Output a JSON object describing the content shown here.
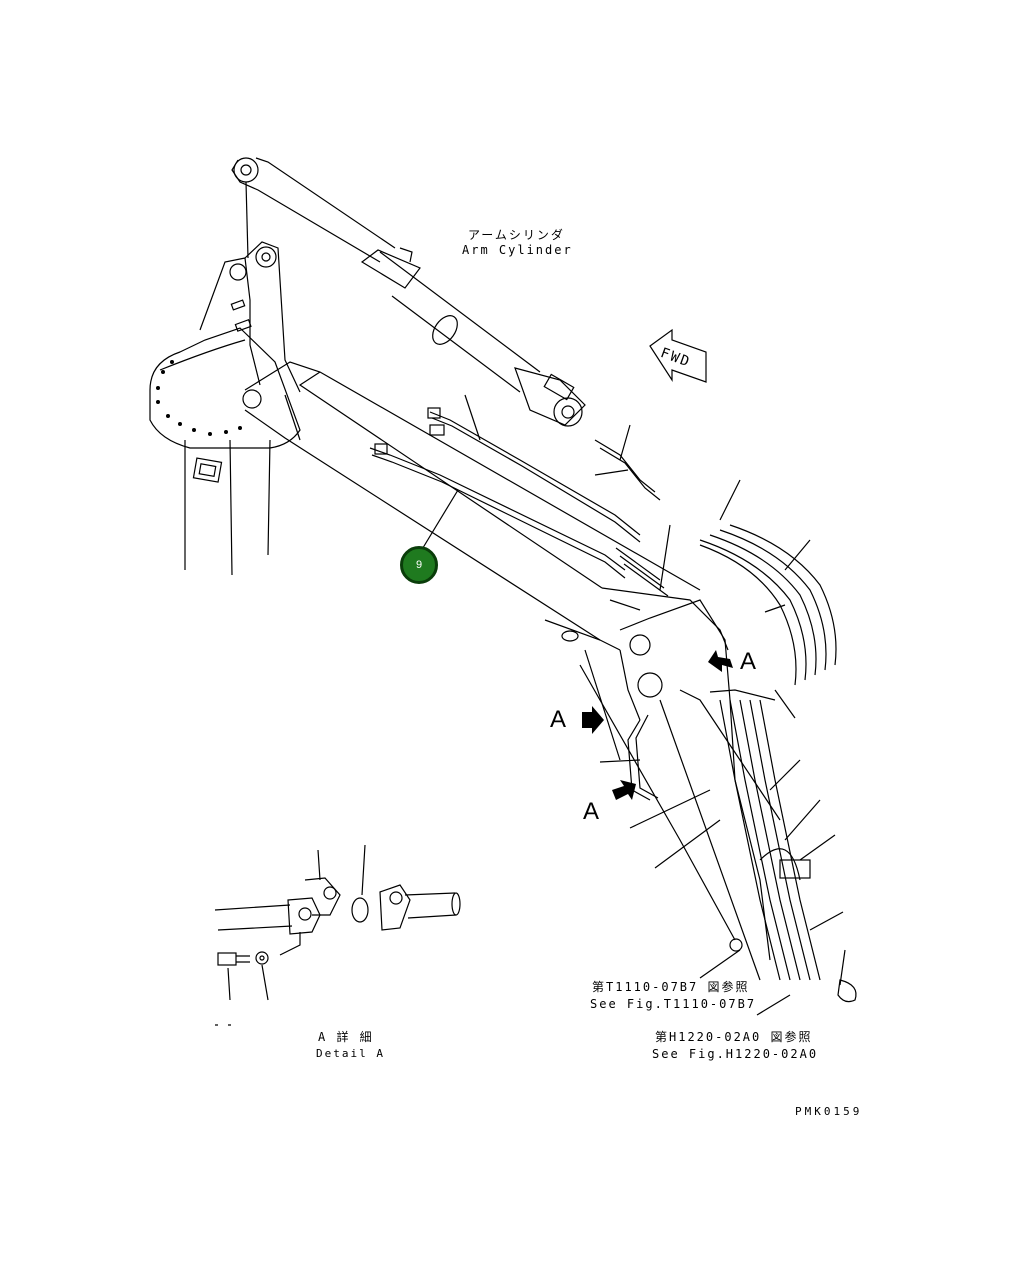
{
  "labels": {
    "arm_cylinder_jp": "アームシリンダ",
    "arm_cylinder_en": "Arm Cylinder",
    "fwd": "FWD",
    "section_marker_a": "A",
    "ref1_jp": "第T1110-07B7 図参照",
    "ref1_en": "See Fig.T1110-07B7",
    "ref2_jp": "第H1220-02A0 図参照",
    "ref2_en": "See Fig.H1220-02A0",
    "detail_jp": "A 詳 細",
    "detail_en": "Detail A",
    "drawing_code": "PMK0159"
  },
  "callouts": [
    {
      "id": "9",
      "label": "9",
      "color": "#1f7a1f"
    }
  ]
}
